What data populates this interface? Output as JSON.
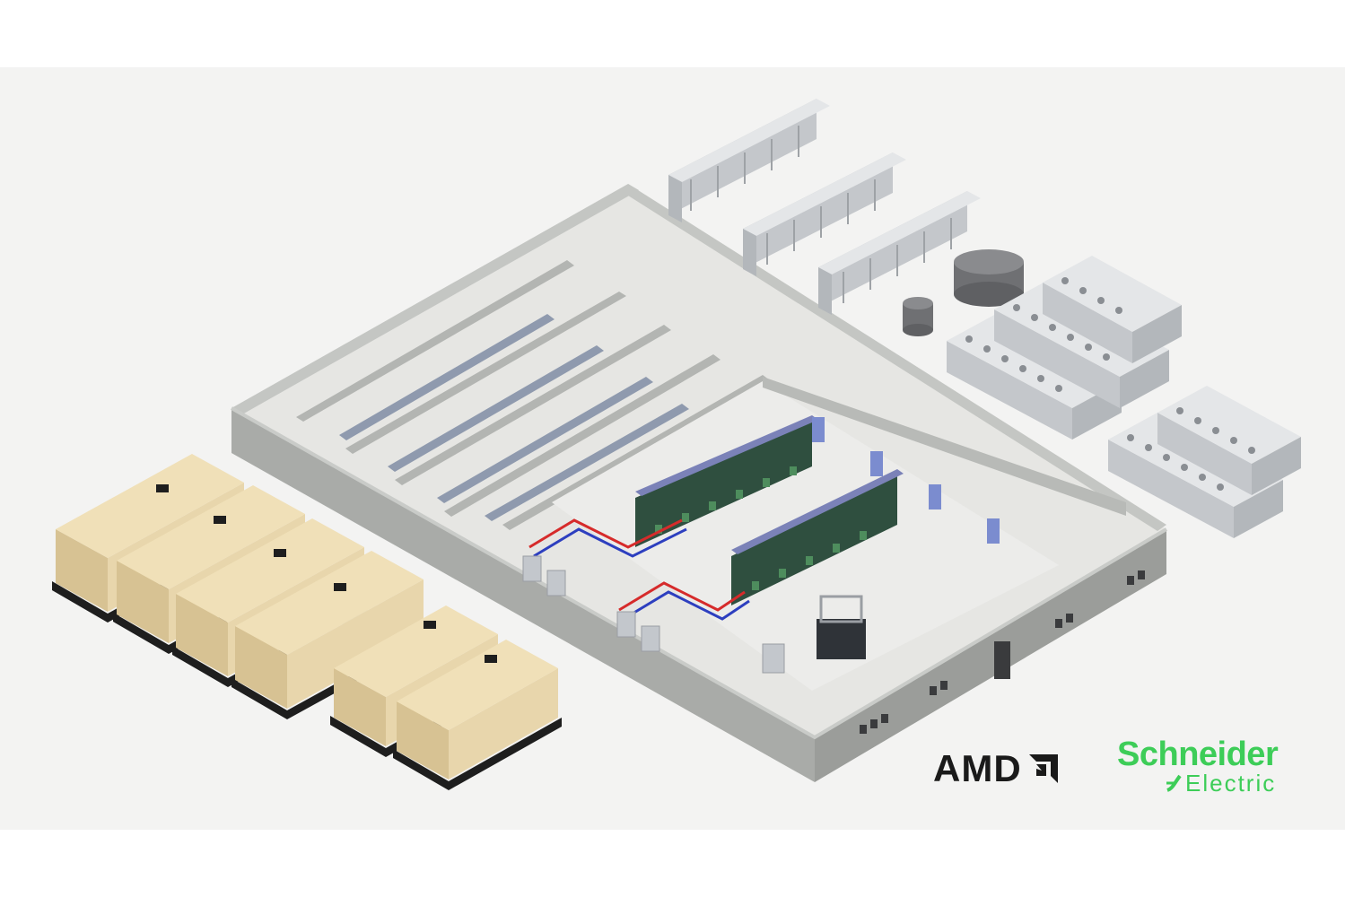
{
  "colors": {
    "background": "#ffffff",
    "backdrop": "#f3f3f2",
    "floor": "#e6e6e3",
    "wall_top": "#b9bbb8",
    "wall_face": "#a9aba8",
    "wall_side": "#9b9d9a",
    "generator": "#e8d6ac",
    "generator_side": "#d7c293",
    "generator_base": "#1e1e1e",
    "cooler": "#d9dbde",
    "cooler_side": "#c4c7cb",
    "fan": "#8a8e93",
    "tank": "#6f7073",
    "rack": "#2f4f3f",
    "rack_light": "#4e8d5d",
    "pipe_red": "#d62b2b",
    "pipe_blue": "#2d3fbf",
    "door": "#7b8ccf",
    "amd_text": "#1a1a1a",
    "schneider_green": "#3dcd58"
  },
  "logos": {
    "amd": {
      "text": "AMD",
      "icon": "amd-arrow-icon"
    },
    "schneider": {
      "line1": "Schneider",
      "line2": "Electric",
      "icon": "schneider-life-is-on-icon"
    }
  },
  "objects": {
    "generators": 6,
    "dry_coolers_long": 3,
    "dry_coolers_short": 5,
    "storage_tanks": 2,
    "rack_rows": 2
  }
}
